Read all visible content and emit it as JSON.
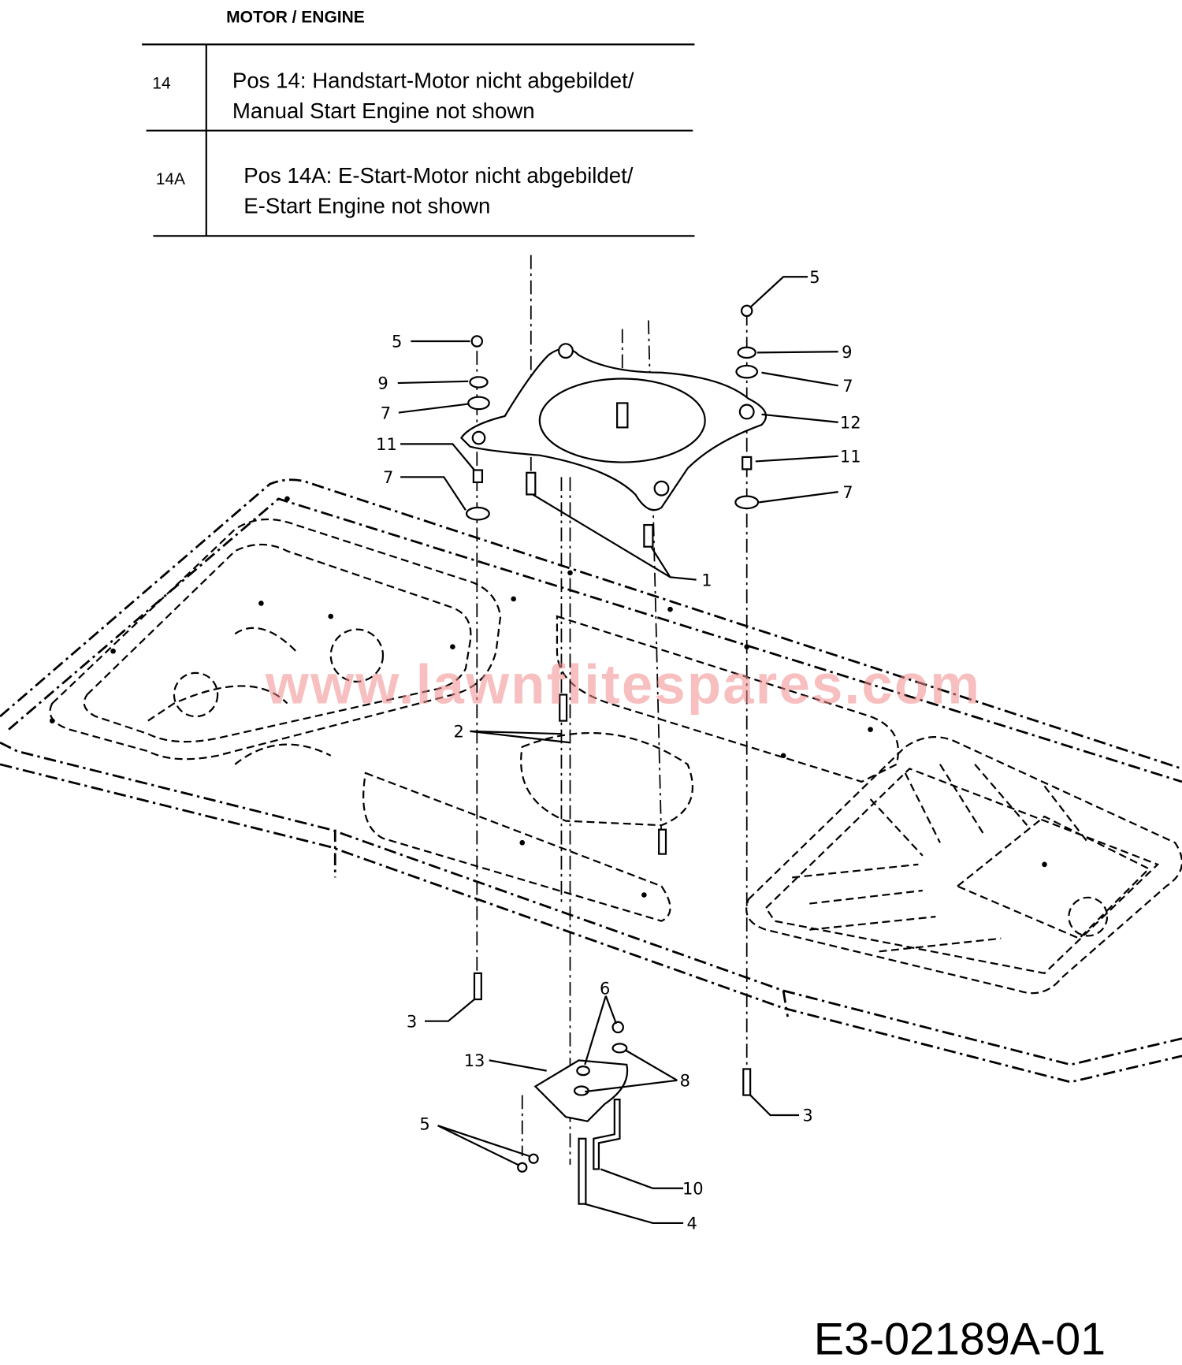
{
  "header": {
    "title": "MOTOR / ENGINE"
  },
  "notes_table": [
    {
      "pos": "14",
      "line1": "Pos 14: Handstart-Motor nicht abgebildet/",
      "line2": "Manual Start Engine not shown"
    },
    {
      "pos": "14A",
      "line1": "Pos 14A: E-Start-Motor nicht abgebildet/",
      "line2": "E-Start Engine not shown"
    }
  ],
  "watermark": "www.lawnflitespares.com",
  "callouts": {
    "c5a": "5",
    "c5b": "5",
    "c5c": "5",
    "c9a": "9",
    "c9b": "9",
    "c7a": "7",
    "c7b": "7",
    "c7c": "7",
    "c7d": "7",
    "c11a": "11",
    "c11b": "11",
    "c12": "12",
    "c1": "1",
    "c2": "2",
    "c3a": "3",
    "c3b": "3",
    "c6": "6",
    "c13": "13",
    "c8": "8",
    "c10": "10",
    "c4": "4"
  },
  "diagram_code": "E3-02189A-01"
}
